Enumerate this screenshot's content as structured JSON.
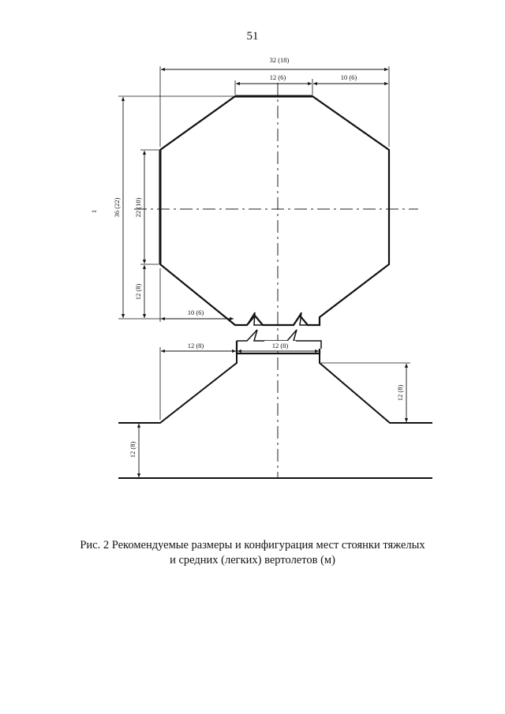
{
  "page_number": "51",
  "caption": {
    "line1": "Рис. 2 Рекомендуемые размеры и конфигурация мест стоянки тяжелых",
    "line2": "и средних (легких) вертолетов (м)"
  },
  "dimensions": {
    "top_total_width": "32 (18)",
    "top_flat_width": "12 (6)",
    "top_right_offset": "10 (6)",
    "left_total_height": "36 (22)",
    "left_side_height": "22 (10)",
    "left_lower_height": "12 (8)",
    "lower_left_offset": "10 (6)",
    "approach_left_offset": "12 (8)",
    "approach_neck_width": "12 (8)",
    "approach_right_height": "12 (8)",
    "approach_left_height": "12 (8)",
    "side_mark": "1"
  }
}
